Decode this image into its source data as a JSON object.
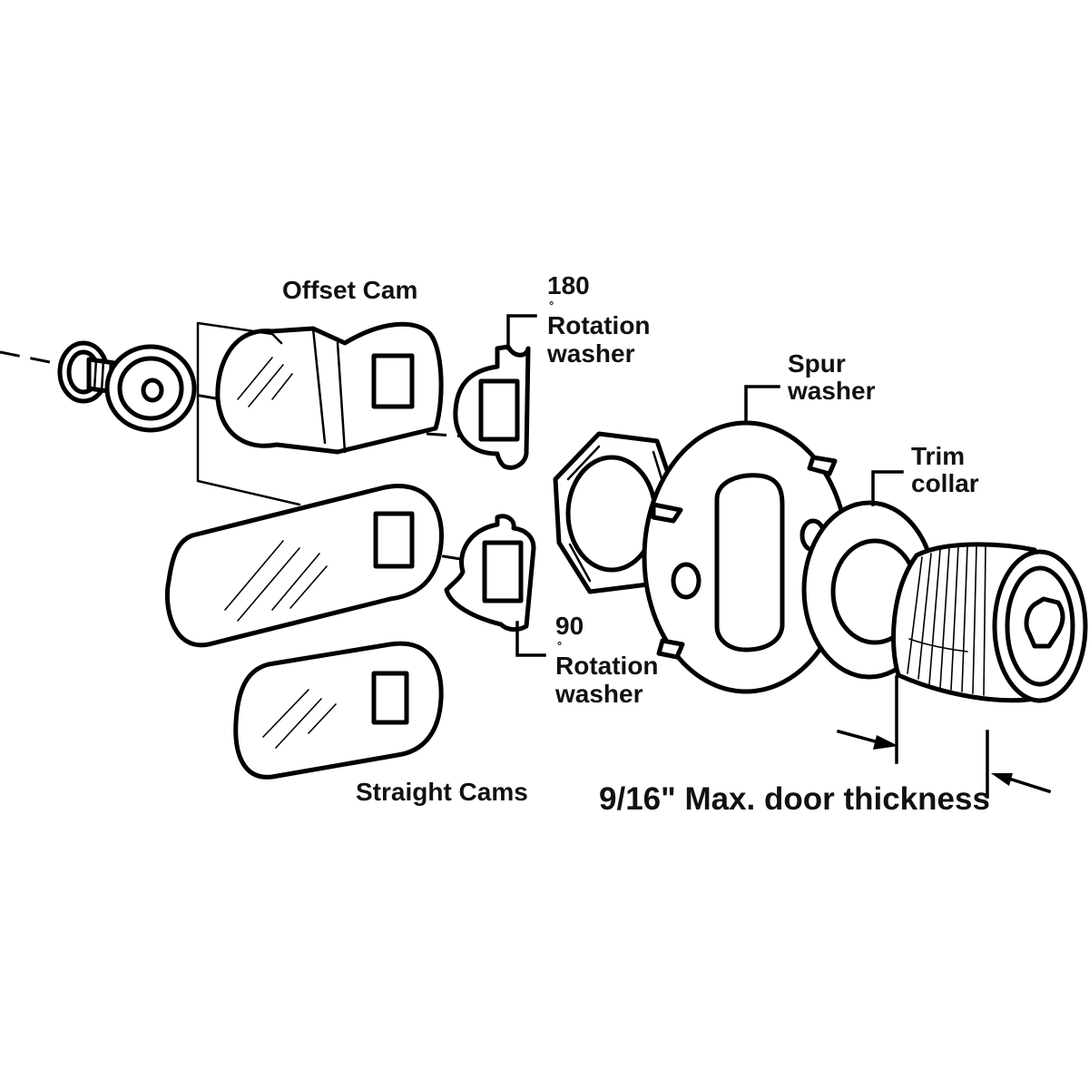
{
  "labels": {
    "offset_cam": "Offset Cam",
    "rotation_180": {
      "degrees": "180",
      "line1": "Rotation",
      "line2": "washer"
    },
    "spur_washer": {
      "line1": "Spur",
      "line2": "washer"
    },
    "trim_collar": {
      "line1": "Trim",
      "line2": "collar"
    },
    "rotation_90": {
      "degrees": "90",
      "line1": "Rotation",
      "line2": "washer"
    },
    "straight_cams": "Straight Cams",
    "door_thickness": "9/16\" Max. door thickness"
  },
  "colors": {
    "ink": "#111111",
    "background": "#ffffff"
  }
}
